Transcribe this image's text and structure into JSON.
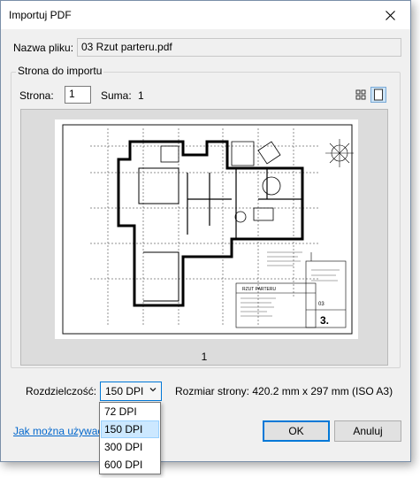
{
  "window": {
    "title": "Importuj PDF"
  },
  "file": {
    "label": "Nazwa pliku:",
    "value": "03 Rzut parteru.pdf"
  },
  "group": {
    "title": "Strona do importu"
  },
  "page_selector": {
    "page_label": "Strona:",
    "page_value": "1",
    "sum_label": "Suma:",
    "sum_value": "1"
  },
  "preview": {
    "page_number": "1",
    "sheet_title": "RZUT PARTERU",
    "sheet_number": "3.",
    "sheet_stamp": "03"
  },
  "resolution": {
    "label": "Rozdzielczość:",
    "selected": "150 DPI",
    "options": [
      "72 DPI",
      "150 DPI",
      "300 DPI",
      "600 DPI"
    ],
    "selected_index": 1
  },
  "page_size": {
    "text": "Rozmiar strony: 420.2 mm x 297 mm (ISO A3)"
  },
  "help_link": {
    "text": "Jak można używać"
  },
  "buttons": {
    "ok": "OK",
    "cancel": "Anuluj"
  },
  "icons": [
    "close-icon",
    "grid-view-icon",
    "single-page-view-icon",
    "chevron-down-icon",
    "north-arrow-icon"
  ]
}
